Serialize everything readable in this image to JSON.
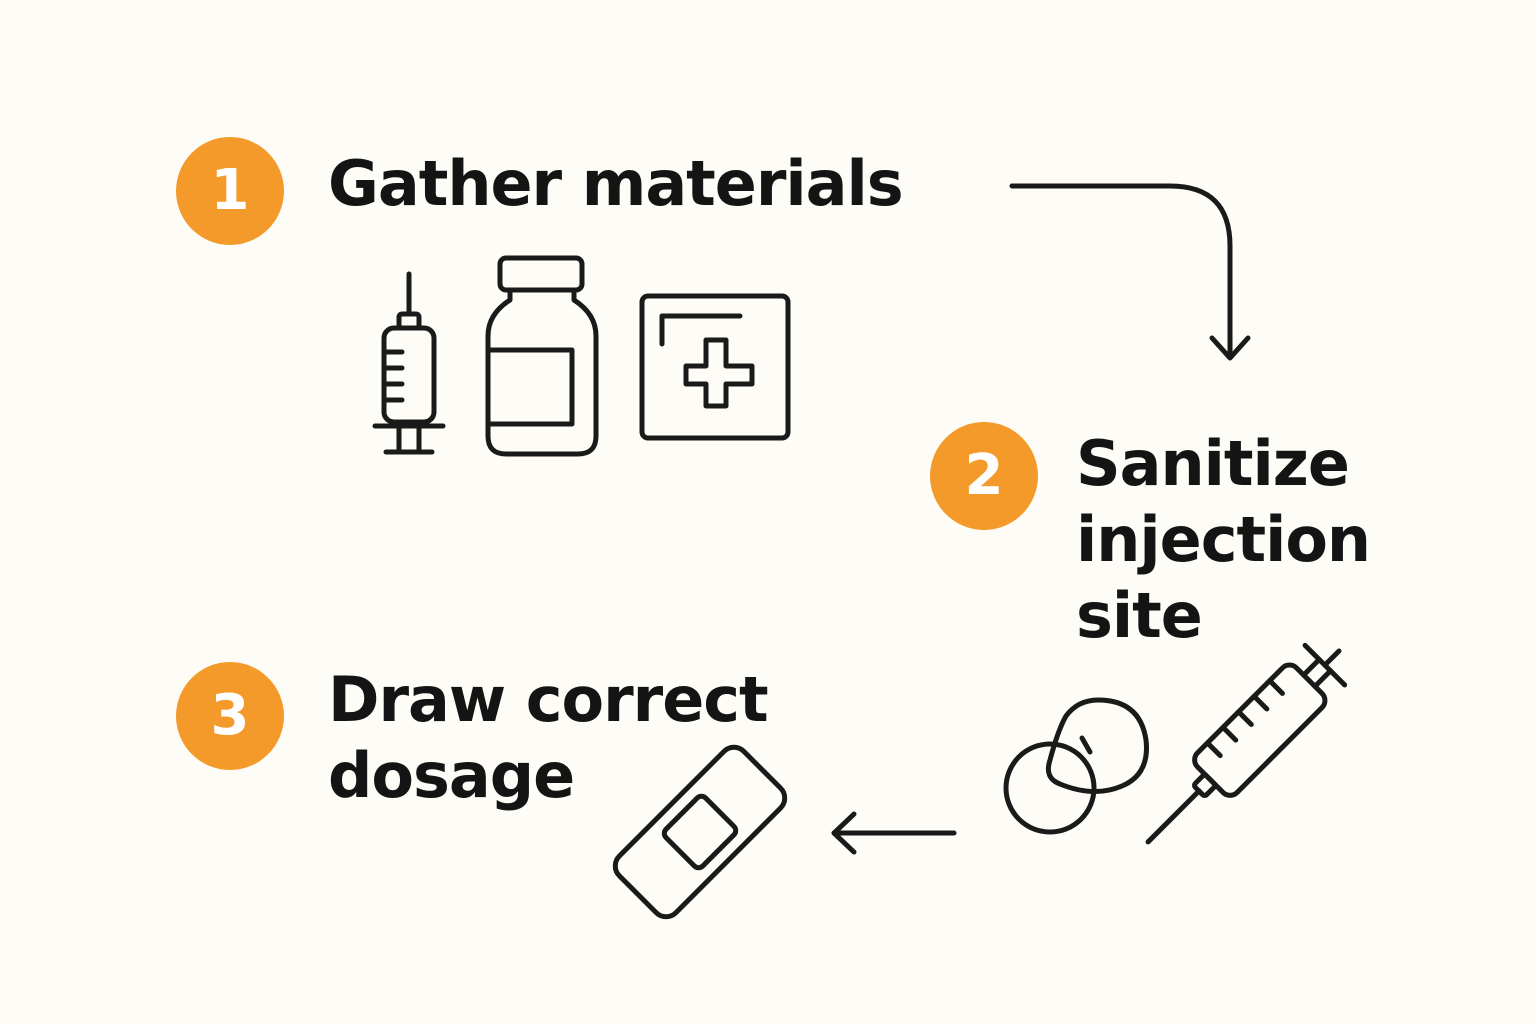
{
  "steps": [
    {
      "number": "1",
      "title_lines": [
        "Gather materials"
      ],
      "icons": [
        "syringe-icon",
        "vial-icon",
        "first-aid-kit-icon"
      ]
    },
    {
      "number": "2",
      "title_lines": [
        "Sanitize",
        "injection",
        "site"
      ],
      "icons": [
        "cotton-pads-icon",
        "syringe-icon"
      ]
    },
    {
      "number": "3",
      "title_lines": [
        "Draw correct",
        "dosage"
      ],
      "icons": [
        "bandage-icon"
      ]
    }
  ],
  "colors": {
    "background": "#fdfcf6",
    "badge": "#f39a2b",
    "ink": "#141414"
  }
}
